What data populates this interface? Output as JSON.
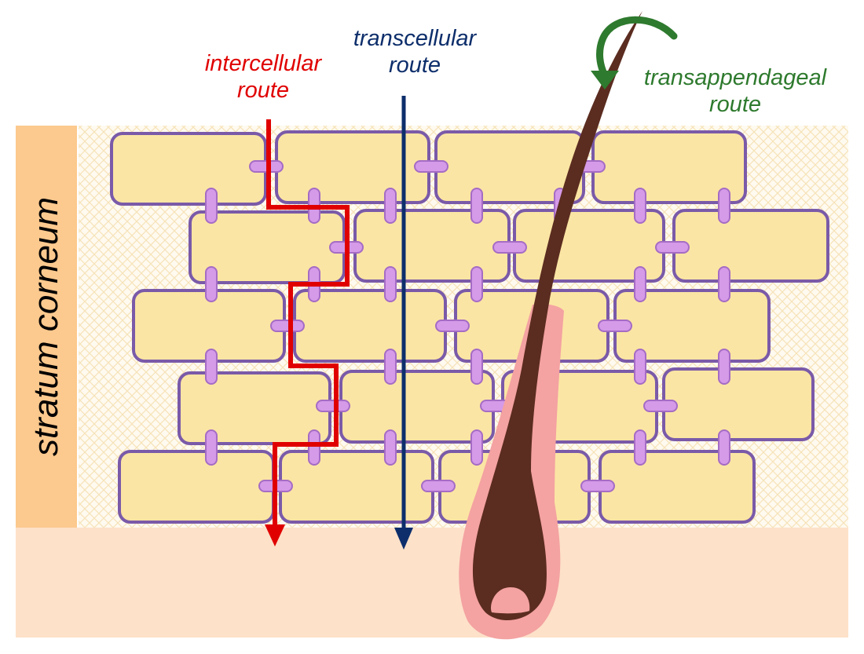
{
  "labels": {
    "stratum_corneum": "stratum corneum",
    "intercellular": {
      "line1": "intercellular",
      "line2": "route"
    },
    "transcellular": {
      "line1": "transcellular",
      "line2": "route"
    },
    "transappendageal": {
      "line1": "transappendageal",
      "line2": "route"
    }
  },
  "colors": {
    "intercellular_route": "#e00000",
    "transcellular_route": "#0d2e6b",
    "transappendageal_route": "#2e7a2e",
    "cell_fill": "#fbe5a4",
    "cell_border": "#7a5aa8",
    "junction": "#d59ae8",
    "side_band": "#fcc98e",
    "dermis": "#fde1c9",
    "hair": "#5b2c20",
    "follicle": "#f4a2a2"
  }
}
